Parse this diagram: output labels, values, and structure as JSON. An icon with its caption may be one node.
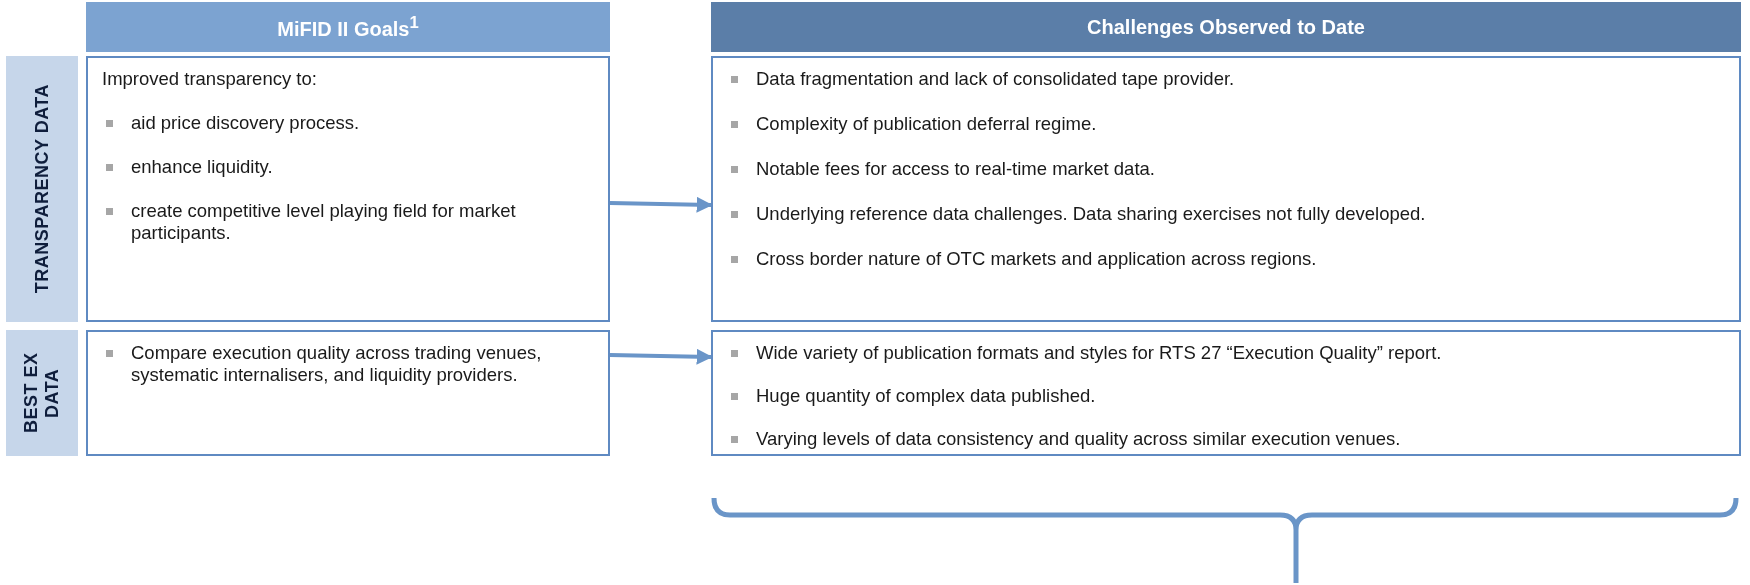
{
  "diagram": {
    "nodes": [
      {
        "text": [
          "MiFID II Goals$^{1}$"
        ]
      },
      {
        "text": [
          "Challenges Observed to Date"
        ]
      },
      {
        "text": [
          "TRANSPARENCY DATA"
        ]
      },
      {
        "text": [
          "BEST EX DATA"
        ]
      },
      {
        "text": [
          "Improved transparency to:",
          "aid price discovery process.",
          "enhance liquidity.",
          "create competitive level playing field for market participants."
        ]
      },
      {
        "text": [
          "Data fragmentation and lack of consolidated tape provider.",
          "Complexity of publication deferral regime.",
          "Notable fees for access to real-time market data.",
          "Underlying reference data challenges. Data sharing exercises not fully developed.",
          "Cross border nature of OTC markets and application across regions."
        ]
      },
      {
        "text": [
          "Compare execution quality across trading venues, systematic internalisers, and liquidity providers."
        ]
      },
      {
        "text": [
          "Wide variety of publication formats and styles for RTS 27 “Execution Quality” report.",
          "Huge quantity of complex data published.",
          "Varying levels of data consistency and quality across similar execution venues."
        ]
      }
    ],
    "edges": [
      {
        "from": 4,
        "to": 5,
        "arrow": "to"
      },
      {
        "from": 6,
        "to": 7,
        "arrow": "to"
      }
    ]
  }
}
